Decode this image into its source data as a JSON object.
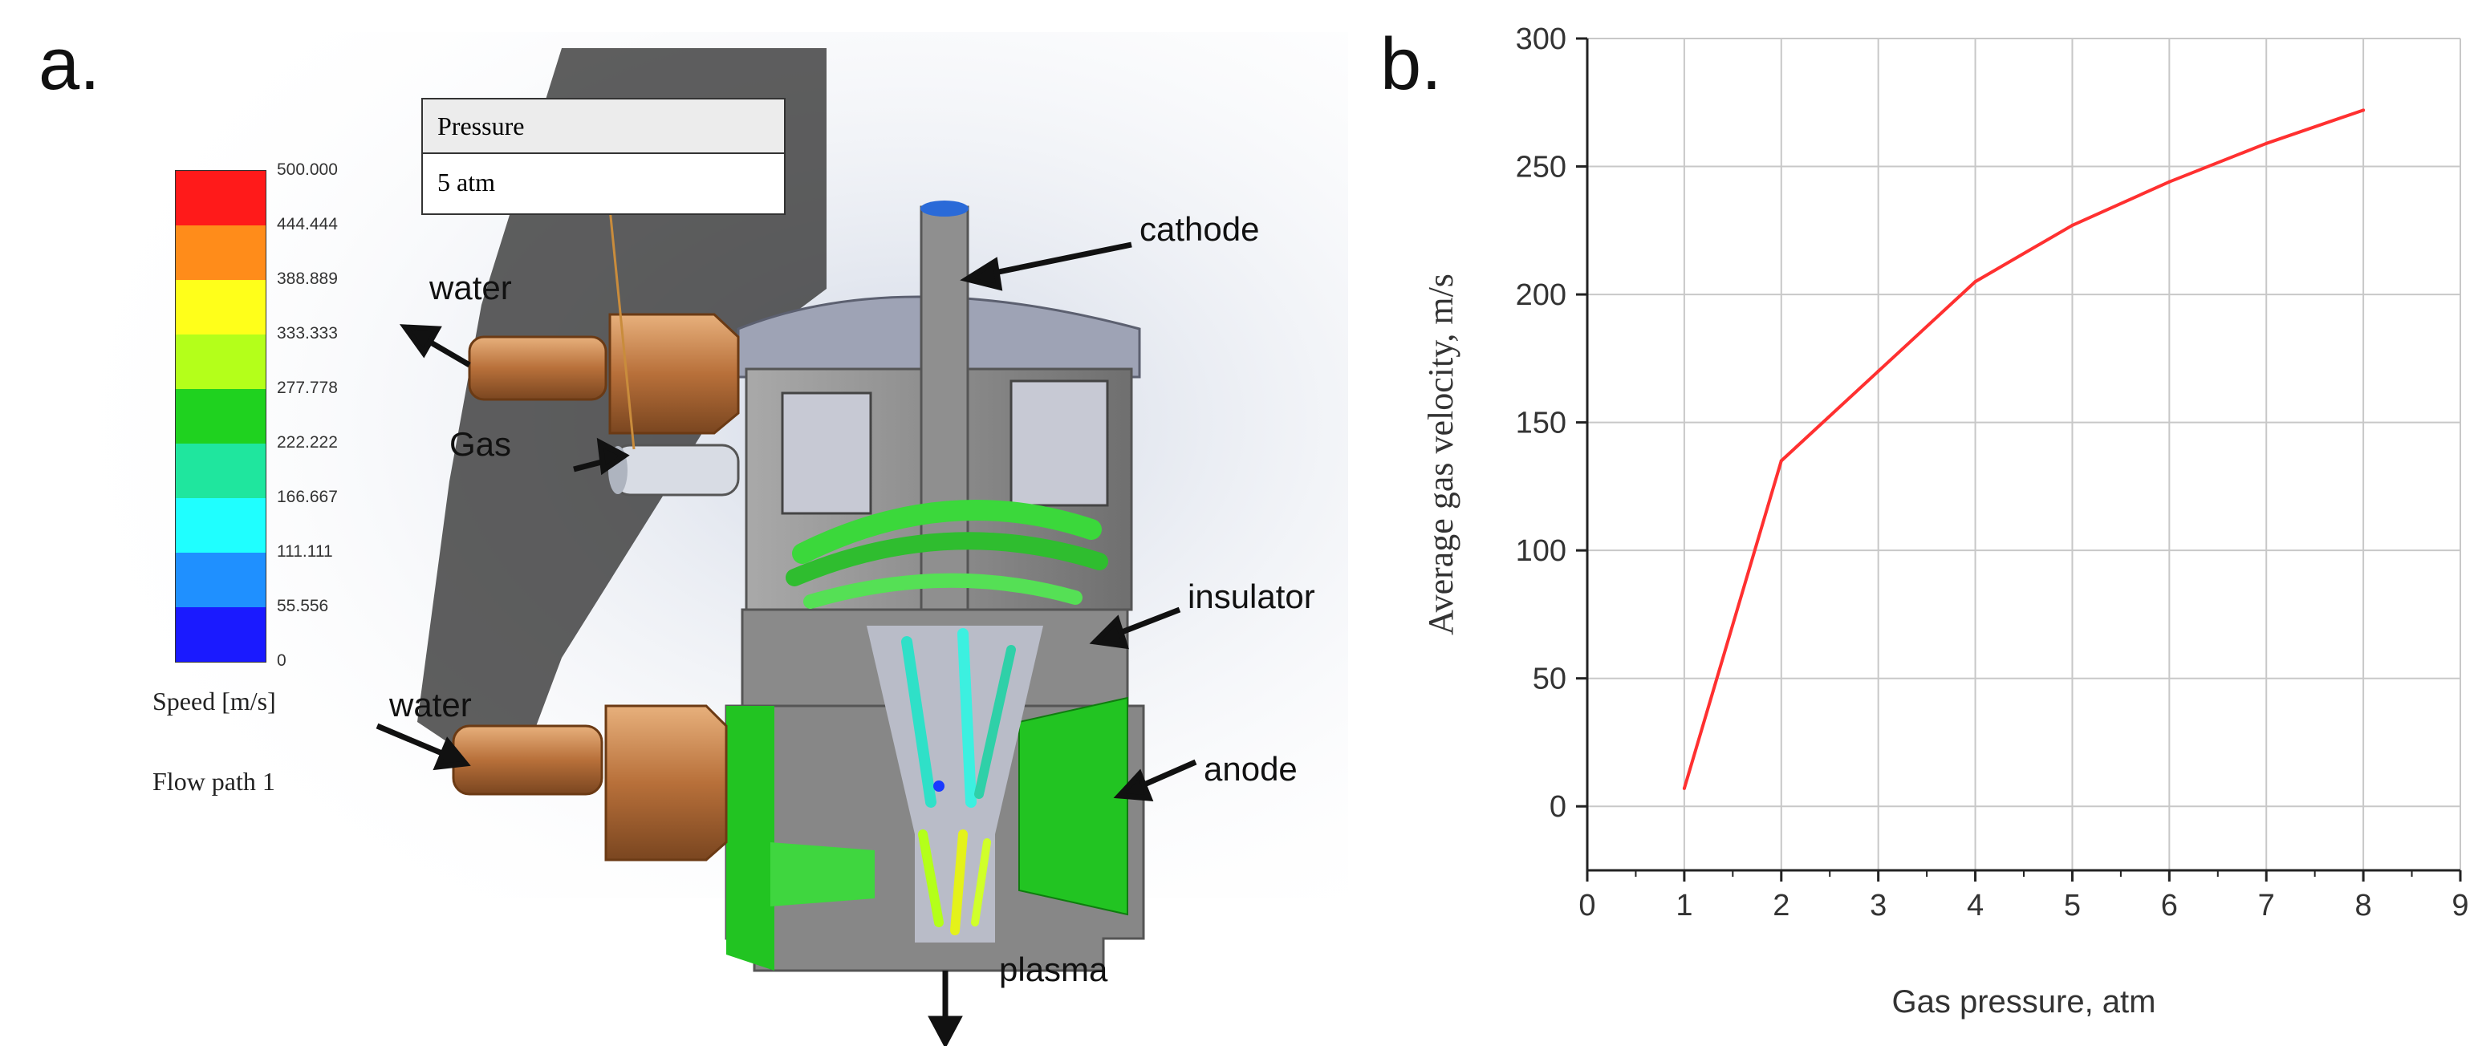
{
  "panel_a": {
    "letter": "a.",
    "legend": {
      "ticks": [
        "500.000",
        "444.444",
        "388.889",
        "333.333",
        "277.778",
        "222.222",
        "166.667",
        "111.111",
        "55.556",
        "0"
      ],
      "colors": [
        "#ff1a1a",
        "#ff8c1a",
        "#ffff1a",
        "#b4ff1a",
        "#1fd21f",
        "#1fe69e",
        "#1fffff",
        "#1f90ff",
        "#1a1aff"
      ],
      "quantity": "Speed [m/s]",
      "path_label": "Flow path 1"
    },
    "pressure_box": {
      "header": "Pressure",
      "value": "5 atm"
    },
    "callouts": {
      "cathode": "cathode",
      "water_top": "water",
      "gas": "Gas",
      "insulator": "insulator",
      "water_bottom": "water",
      "anode": "anode",
      "plasma": "plasma"
    },
    "colors": {
      "housing": "#8c8c8c",
      "anode": "#22c422",
      "fitting": "#c9834c",
      "cathode_tip": "#2a6ad8"
    }
  },
  "panel_b": {
    "letter": "b."
  },
  "chart_data": {
    "type": "line",
    "title": "",
    "xlabel": "Gas pressure, atm",
    "ylabel": "Average gas velocity, m/s",
    "xlim": [
      0,
      9
    ],
    "ylim": [
      -25,
      300
    ],
    "xticks": [
      0,
      1,
      2,
      3,
      4,
      5,
      6,
      7,
      8,
      9
    ],
    "yticks": [
      0,
      50,
      100,
      150,
      200,
      250,
      300
    ],
    "grid": true,
    "series": [
      {
        "color": "#ff3030",
        "x": [
          1,
          2,
          3,
          4,
          5,
          6,
          7,
          8
        ],
        "y": [
          7,
          135,
          170,
          205,
          227,
          244,
          259,
          272
        ]
      }
    ]
  }
}
